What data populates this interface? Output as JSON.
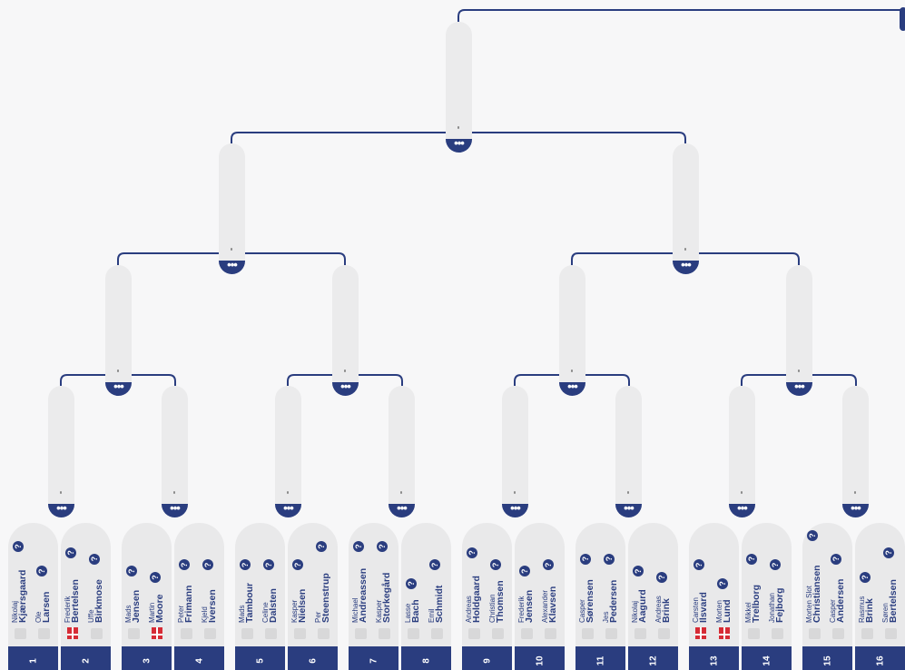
{
  "icons": {
    "more": "ellipsis-icon",
    "help": "question-icon",
    "flag": "denmark-flag-icon",
    "placeholder": "bag-icon"
  },
  "colors": {
    "navy": "#2a3d7f",
    "slot": "#ebebec",
    "bg": "#f7f7f8",
    "flag": "#d62b35"
  },
  "ui": {
    "more_label": "•••",
    "help_label": "?"
  },
  "teams": [
    {
      "seed": "1",
      "players": [
        {
          "first": "Nikolaj",
          "last": "Kjærsgaard",
          "flag": false
        },
        {
          "first": "Ole",
          "last": "Larsen",
          "flag": false
        }
      ]
    },
    {
      "seed": "2",
      "players": [
        {
          "first": "Frederik",
          "last": "Bertelsen",
          "flag": true
        },
        {
          "first": "Uffe",
          "last": "Birkmose",
          "flag": false
        }
      ]
    },
    {
      "seed": "3",
      "players": [
        {
          "first": "Mads",
          "last": "Jensen",
          "flag": false
        },
        {
          "first": "Martin",
          "last": "Moore",
          "flag": true
        }
      ]
    },
    {
      "seed": "4",
      "players": [
        {
          "first": "Peter",
          "last": "Frimann",
          "flag": false
        },
        {
          "first": "Kjeld",
          "last": "Iversen",
          "flag": false
        }
      ]
    },
    {
      "seed": "5",
      "players": [
        {
          "first": "Mads",
          "last": "Tambour",
          "flag": false
        },
        {
          "first": "Celine",
          "last": "Dalsten",
          "flag": false
        }
      ]
    },
    {
      "seed": "6",
      "players": [
        {
          "first": "Kasper",
          "last": "Nielsen",
          "flag": false
        },
        {
          "first": "Per",
          "last": "Steenstrup",
          "flag": false
        }
      ]
    },
    {
      "seed": "7",
      "players": [
        {
          "first": "Michael",
          "last": "Andreassen",
          "flag": false
        },
        {
          "first": "Kasper",
          "last": "Storkegård",
          "flag": false
        }
      ]
    },
    {
      "seed": "8",
      "players": [
        {
          "first": "Lasse",
          "last": "Bach",
          "flag": false
        },
        {
          "first": "Emil",
          "last": "Schmidt",
          "flag": false
        }
      ]
    },
    {
      "seed": "9",
      "players": [
        {
          "first": "Andreas",
          "last": "Holdgaard",
          "flag": false
        },
        {
          "first": "Christian",
          "last": "Thomsen",
          "flag": false
        }
      ]
    },
    {
      "seed": "10",
      "players": [
        {
          "first": "Frederik",
          "last": "Jensen",
          "flag": false
        },
        {
          "first": "Alexander",
          "last": "Klavsen",
          "flag": false
        }
      ]
    },
    {
      "seed": "11",
      "players": [
        {
          "first": "Casper",
          "last": "Sørensen",
          "flag": false
        },
        {
          "first": "Jes",
          "last": "Pedersen",
          "flag": false
        }
      ]
    },
    {
      "seed": "12",
      "players": [
        {
          "first": "Nikolaj",
          "last": "Aagurd",
          "flag": false
        },
        {
          "first": "Andreas",
          "last": "Brink",
          "flag": false
        }
      ]
    },
    {
      "seed": "13",
      "players": [
        {
          "first": "Carsten",
          "last": "Ilsvard",
          "flag": true
        },
        {
          "first": "Morten",
          "last": "Lund",
          "flag": true
        }
      ]
    },
    {
      "seed": "14",
      "players": [
        {
          "first": "Mikkel",
          "last": "Trelborg",
          "flag": false
        },
        {
          "first": "Jonathan",
          "last": "Fejborg",
          "flag": false
        }
      ]
    },
    {
      "seed": "15",
      "players": [
        {
          "first": "Morten Slot",
          "last": "Christiansen",
          "flag": false
        },
        {
          "first": "Casper",
          "last": "Andersen",
          "flag": false
        }
      ]
    },
    {
      "seed": "16",
      "players": [
        {
          "first": "Rasmus",
          "last": "Brink",
          "flag": false
        },
        {
          "first": "Søren",
          "last": "Bertelsen",
          "flag": false
        }
      ]
    }
  ]
}
